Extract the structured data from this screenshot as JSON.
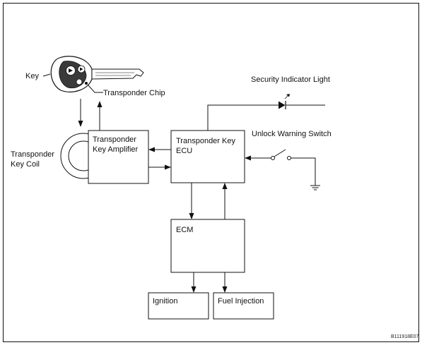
{
  "labels": {
    "key": "Key",
    "transponder_chip": "Transponder Chip",
    "security_indicator_light": "Security Indicator Light",
    "unlock_warning_switch": "Unlock Warning Switch",
    "transponder_key_coil_line1": "Transponder",
    "transponder_key_coil_line2": "Key Coil"
  },
  "blocks": {
    "amplifier_line1": "Transponder",
    "amplifier_line2": "Key Amplifier",
    "ecu_line1": "Transponder Key",
    "ecu_line2": "ECU",
    "ecm": "ECM",
    "ignition": "Ignition",
    "fuel_injection": "Fuel Injection"
  },
  "figure_code": "B111918E07"
}
